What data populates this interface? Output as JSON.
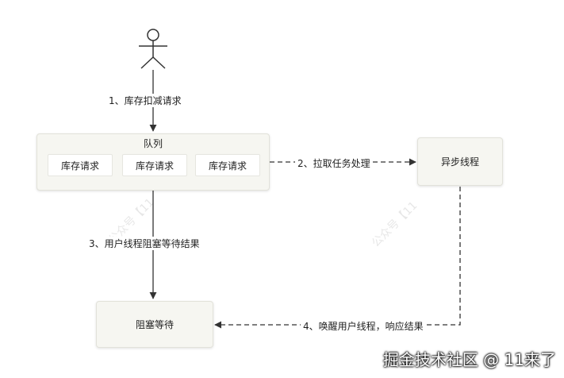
{
  "nodes": {
    "queue": {
      "title": "队列",
      "items": [
        "库存请求",
        "库存请求",
        "库存请求"
      ]
    },
    "async_thread": "异步线程",
    "blocking_wait": "阻塞等待"
  },
  "edges": {
    "step1": "1、库存扣减请求",
    "step2": "2、拉取任务处理",
    "step3": "3、用户线程阻塞等待结果",
    "step4": "4、唤醒用户线程，响应结果"
  },
  "watermarks": [
    "公众号【11",
    "公众号【11"
  ],
  "brand": "掘金技术社区 @ 11来了",
  "colors": {
    "node_fill": "#f6f6f1",
    "line": "#333333",
    "text": "#1f1f1f"
  }
}
